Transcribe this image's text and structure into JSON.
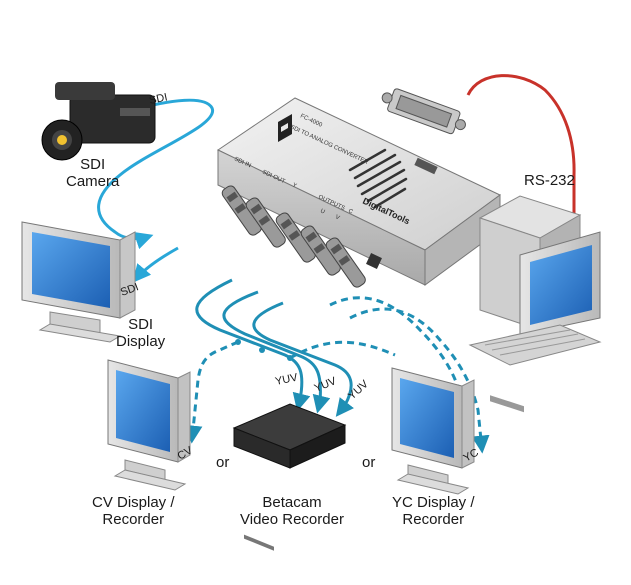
{
  "labels": {
    "sdi_camera": [
      "SDI",
      "Camera"
    ],
    "sdi_display": [
      "SDI",
      "Display"
    ],
    "rs232": "RS-232",
    "cv_display": [
      "CV Display /",
      "Recorder"
    ],
    "betacam": [
      "Betacam",
      "Video Recorder"
    ],
    "yc_display": [
      "YC Display /",
      "Recorder"
    ],
    "or_left": "or",
    "or_right": "or"
  },
  "cable_labels": {
    "sdi_in": "SDI",
    "sdi_out": "SDI",
    "yuv_1": "YUV",
    "yuv_2": "YUV",
    "yuv_3": "YUV",
    "cv": "CV",
    "yc": "YC"
  },
  "device": {
    "brand": "DigitalTools",
    "model": "FC-4000",
    "subtitle": "SDI TO ANALOG CONVERTER",
    "panel_labels": [
      "SDI IN",
      "SDI OUT",
      "Y",
      "C",
      "OUTPUTS",
      "V",
      "U"
    ]
  },
  "colors": {
    "sdi_cable": "#29a7d8",
    "analog_cable": "#1f8fb5",
    "rs232_cable": "#c8322a",
    "device_body": "#d9d9d9",
    "screen": "#2e7fd6"
  },
  "icons": [
    "camera-icon",
    "monitor-icon",
    "vcr-icon",
    "pc-tower-icon",
    "connector-icon"
  ]
}
